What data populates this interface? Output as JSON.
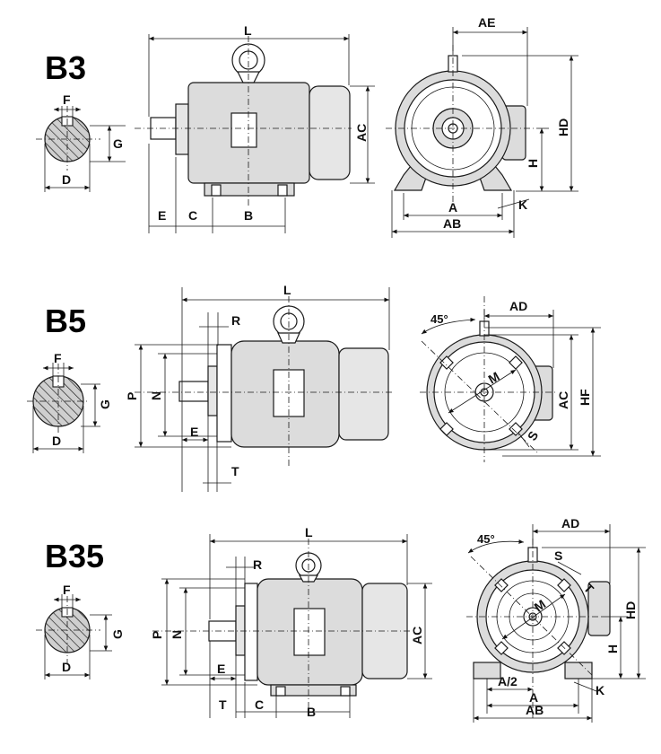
{
  "views": {
    "b3": {
      "title": "B3",
      "labels": {
        "F": "F",
        "G": "G",
        "D": "D",
        "L": "L",
        "AC": "AC",
        "E": "E",
        "C": "C",
        "B": "B",
        "AE": "AE",
        "HD": "HD",
        "H": "H",
        "A": "A",
        "AB": "AB",
        "K": "K"
      }
    },
    "b5": {
      "title": "B5",
      "labels": {
        "F": "F",
        "G": "G",
        "D": "D",
        "L": "L",
        "R": "R",
        "P": "P",
        "N": "N",
        "E": "E",
        "T": "T",
        "angle": "45°",
        "AD": "AD",
        "M": "M",
        "AC": "AC",
        "HF": "HF",
        "S": "S"
      }
    },
    "b35": {
      "title": "B35",
      "labels": {
        "F": "F",
        "G": "G",
        "D": "D",
        "L": "L",
        "R": "R",
        "P": "P",
        "N": "N",
        "AC": "AC",
        "E": "E",
        "T": "T",
        "C": "C",
        "B": "B",
        "angle": "45°",
        "AD": "AD",
        "S": "S",
        "T2": "T",
        "M": "M",
        "HD": "HD",
        "H": "H",
        "A2": "A/2",
        "A": "A",
        "AB": "AB",
        "K": "K"
      }
    }
  }
}
